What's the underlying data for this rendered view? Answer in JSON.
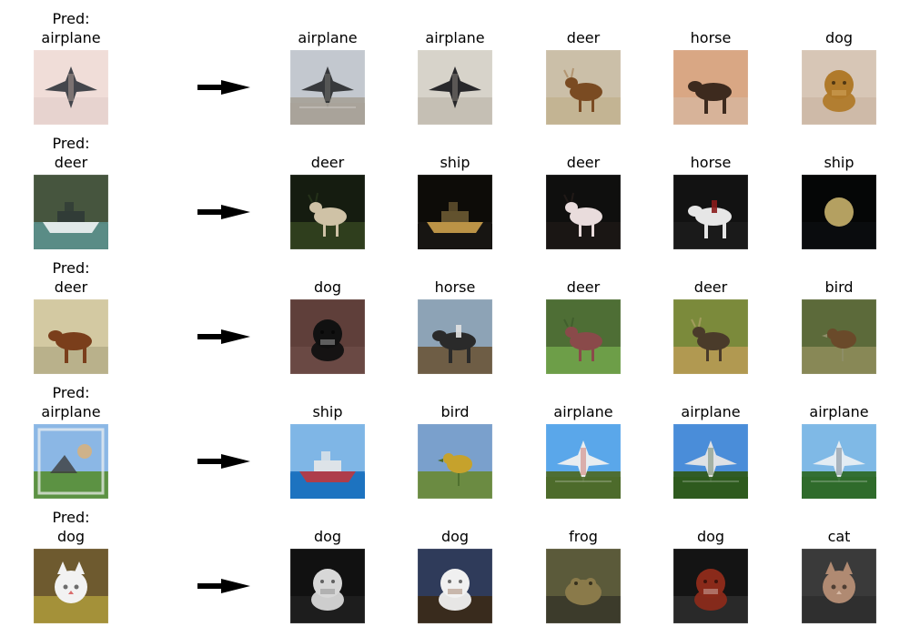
{
  "figure": {
    "rows": [
      {
        "query": {
          "label": "Pred:\nairplane",
          "subject": "fighter-jet",
          "colors": {
            "bg": "#f0ddd8",
            "main": "#3a3d44",
            "accent": "#e3c6b8",
            "ground": "#e6d2cf"
          }
        },
        "neighbors": [
          {
            "label": "airplane",
            "subject": "jet-on-runway",
            "colors": {
              "bg": "#c3c8cf",
              "main": "#2f3134",
              "accent": "#8e8b84",
              "ground": "#a8a39a"
            }
          },
          {
            "label": "airplane",
            "subject": "airliner-overhead",
            "colors": {
              "bg": "#d7d3ca",
              "main": "#1f1f22",
              "accent": "#b7b0a2",
              "ground": "#c4beb2"
            }
          },
          {
            "label": "deer",
            "subject": "deer-standing",
            "colors": {
              "bg": "#cbbfa8",
              "main": "#7a4b22",
              "accent": "#a8845a",
              "ground": "#c2b391"
            }
          },
          {
            "label": "horse",
            "subject": "horse-grazing",
            "colors": {
              "bg": "#d9a784",
              "main": "#3d2a1e",
              "accent": "#b88a66",
              "ground": "#d7b39a"
            }
          },
          {
            "label": "dog",
            "subject": "dog-sitting",
            "colors": {
              "bg": "#d7c6b6",
              "main": "#b07a2a",
              "accent": "#e8c07a",
              "ground": "#cdb9a8"
            }
          }
        ]
      },
      {
        "query": {
          "label": "Pred:\ndeer",
          "subject": "boat",
          "colors": {
            "bg": "#46553e",
            "main": "#e9eeee",
            "accent": "#2f3a36",
            "ground": "#5a8c86"
          }
        },
        "neighbors": [
          {
            "label": "deer",
            "subject": "deer-at-night",
            "colors": {
              "bg": "#151c10",
              "main": "#cfc2a6",
              "accent": "#2b3a1e",
              "ground": "#30401f"
            }
          },
          {
            "label": "ship",
            "subject": "ship-at-night",
            "colors": {
              "bg": "#0d0c08",
              "main": "#c49a4a",
              "accent": "#6c5a33",
              "ground": "#171512"
            }
          },
          {
            "label": "deer",
            "subject": "deer-grazing-dark",
            "colors": {
              "bg": "#0f0f0e",
              "main": "#e9dcdc",
              "accent": "#2a1f1c",
              "ground": "#1b1715"
            }
          },
          {
            "label": "horse",
            "subject": "rider-dark",
            "colors": {
              "bg": "#121212",
              "main": "#e6e6e6",
              "accent": "#8b1c1c",
              "ground": "#1b1b1b"
            }
          },
          {
            "label": "ship",
            "subject": "harbor-night",
            "colors": {
              "bg": "#050606",
              "main": "#c8b16b",
              "accent": "#2d3638",
              "ground": "#0b0d0f"
            }
          }
        ]
      },
      {
        "query": {
          "label": "Pred:\ndeer",
          "subject": "horse-brown",
          "colors": {
            "bg": "#d3c9a2",
            "main": "#7a3e1b",
            "accent": "#b0a071",
            "ground": "#b7b08a"
          }
        },
        "neighbors": [
          {
            "label": "dog",
            "subject": "dog-black-white",
            "colors": {
              "bg": "#5f3f3a",
              "main": "#111111",
              "accent": "#f2f2f2",
              "ground": "#6a4a44"
            }
          },
          {
            "label": "horse",
            "subject": "horse-rider",
            "colors": {
              "bg": "#8da3b6",
              "main": "#2a2a2a",
              "accent": "#e2e2e2",
              "ground": "#6d5a3f"
            }
          },
          {
            "label": "deer",
            "subject": "deer-in-grass",
            "colors": {
              "bg": "#4e6e35",
              "main": "#8a4a4a",
              "accent": "#3c5a2a",
              "ground": "#6fa04a"
            }
          },
          {
            "label": "deer",
            "subject": "elk-in-field",
            "colors": {
              "bg": "#7b8a3b",
              "main": "#4a3b2a",
              "accent": "#b2a56b",
              "ground": "#b49a52"
            }
          },
          {
            "label": "bird",
            "subject": "bird-grass",
            "colors": {
              "bg": "#5c6a3a",
              "main": "#6a4a2a",
              "accent": "#8e8e6a",
              "ground": "#8a8a57"
            }
          }
        ]
      },
      {
        "query": {
          "label": "Pred:\nairplane",
          "subject": "painting",
          "colors": {
            "bg": "#8bb7e5",
            "main": "#3c3c3c",
            "accent": "#d9b17a",
            "ground": "#5a8f3a"
          }
        },
        "neighbors": [
          {
            "label": "ship",
            "subject": "red-ship",
            "colors": {
              "bg": "#7fb6e6",
              "main": "#b63a44",
              "accent": "#e8e8e8",
              "ground": "#1d73c0"
            }
          },
          {
            "label": "bird",
            "subject": "yellow-bird",
            "colors": {
              "bg": "#7aa0cc",
              "main": "#c6a22c",
              "accent": "#4a6a2a",
              "ground": "#6a8a3a"
            }
          },
          {
            "label": "airplane",
            "subject": "airliner-ground",
            "colors": {
              "bg": "#5aa7ea",
              "main": "#f0f0f0",
              "accent": "#c0392b",
              "ground": "#4e6a2a"
            }
          },
          {
            "label": "airplane",
            "subject": "airliner-takeoff",
            "colors": {
              "bg": "#4a8dd9",
              "main": "#e6e6e6",
              "accent": "#3a5a2a",
              "ground": "#2f5a1e"
            }
          },
          {
            "label": "airplane",
            "subject": "airliner-landing",
            "colors": {
              "bg": "#7fb9e6",
              "main": "#e9eef3",
              "accent": "#3a4b5a",
              "ground": "#2f6a2a"
            }
          }
        ]
      },
      {
        "query": {
          "label": "Pred:\ndog",
          "subject": "white-cat",
          "colors": {
            "bg": "#6e5a2f",
            "main": "#f2f2f2",
            "accent": "#d24b4b",
            "ground": "#a7953a"
          }
        },
        "neighbors": [
          {
            "label": "dog",
            "subject": "white-dog",
            "colors": {
              "bg": "#111111",
              "main": "#d7d7d7",
              "accent": "#6b6b6b",
              "ground": "#1f1f1f"
            }
          },
          {
            "label": "dog",
            "subject": "white-dog-closeup",
            "colors": {
              "bg": "#2f3b5a",
              "main": "#f0f0f0",
              "accent": "#7a4a2a",
              "ground": "#3a2a1a"
            }
          },
          {
            "label": "frog",
            "subject": "frog",
            "colors": {
              "bg": "#5b5a3a",
              "main": "#8a7a4a",
              "accent": "#3a4a6a",
              "ground": "#3b3a2a"
            }
          },
          {
            "label": "dog",
            "subject": "puppy",
            "colors": {
              "bg": "#141414",
              "main": "#8a2a1a",
              "accent": "#f2f2f2",
              "ground": "#2a2a2a"
            }
          },
          {
            "label": "cat",
            "subject": "cat-face",
            "colors": {
              "bg": "#3a3a3a",
              "main": "#b08a72",
              "accent": "#e0c3b0",
              "ground": "#2e2e2e"
            }
          }
        ]
      }
    ]
  }
}
